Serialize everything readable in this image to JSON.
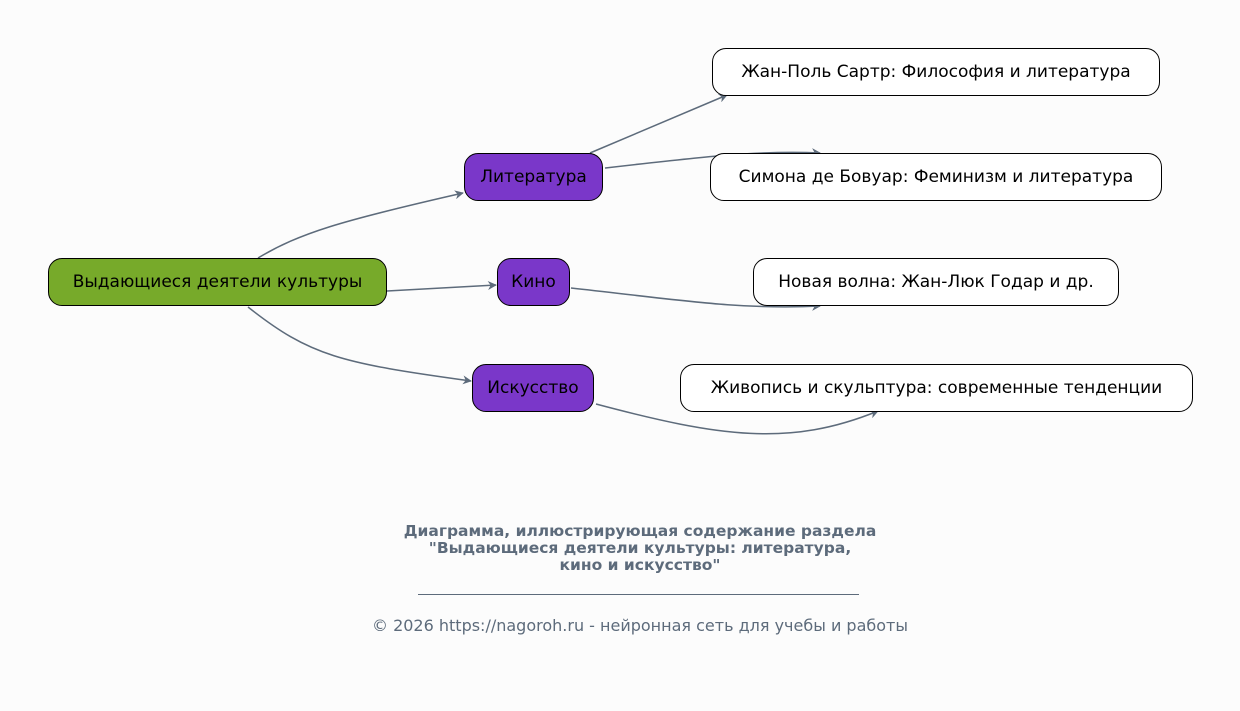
{
  "diagram": {
    "root": {
      "label": "Выдающиеся деятели культуры",
      "color": "#77aa2a"
    },
    "categories": [
      {
        "label": "Литература",
        "color": "#7a37c9"
      },
      {
        "label": "Кино",
        "color": "#7a37c9"
      },
      {
        "label": "Искусство",
        "color": "#7a37c9"
      }
    ],
    "leaves": [
      {
        "label": "Жан-Поль Сартр: Философия и литература",
        "parent": "Литература"
      },
      {
        "label": "Симона де Бовуар: Феминизм и литература",
        "parent": "Литература"
      },
      {
        "label": "Новая волна: Жан-Люк Годар и др.",
        "parent": "Кино"
      },
      {
        "label": "Живопись и скульптура: современные тенденции",
        "parent": "Искусство"
      }
    ],
    "edge_color": "#5d6b7b"
  },
  "caption": {
    "line1": "Диаграмма, иллюстрирующая содержание раздела",
    "line2": "\"Выдающиеся деятели культуры: литература,",
    "line3": "кино и искусство\""
  },
  "footer": {
    "text": "© 2026 https://nagoroh.ru - нейронная сеть для учебы и работы"
  }
}
